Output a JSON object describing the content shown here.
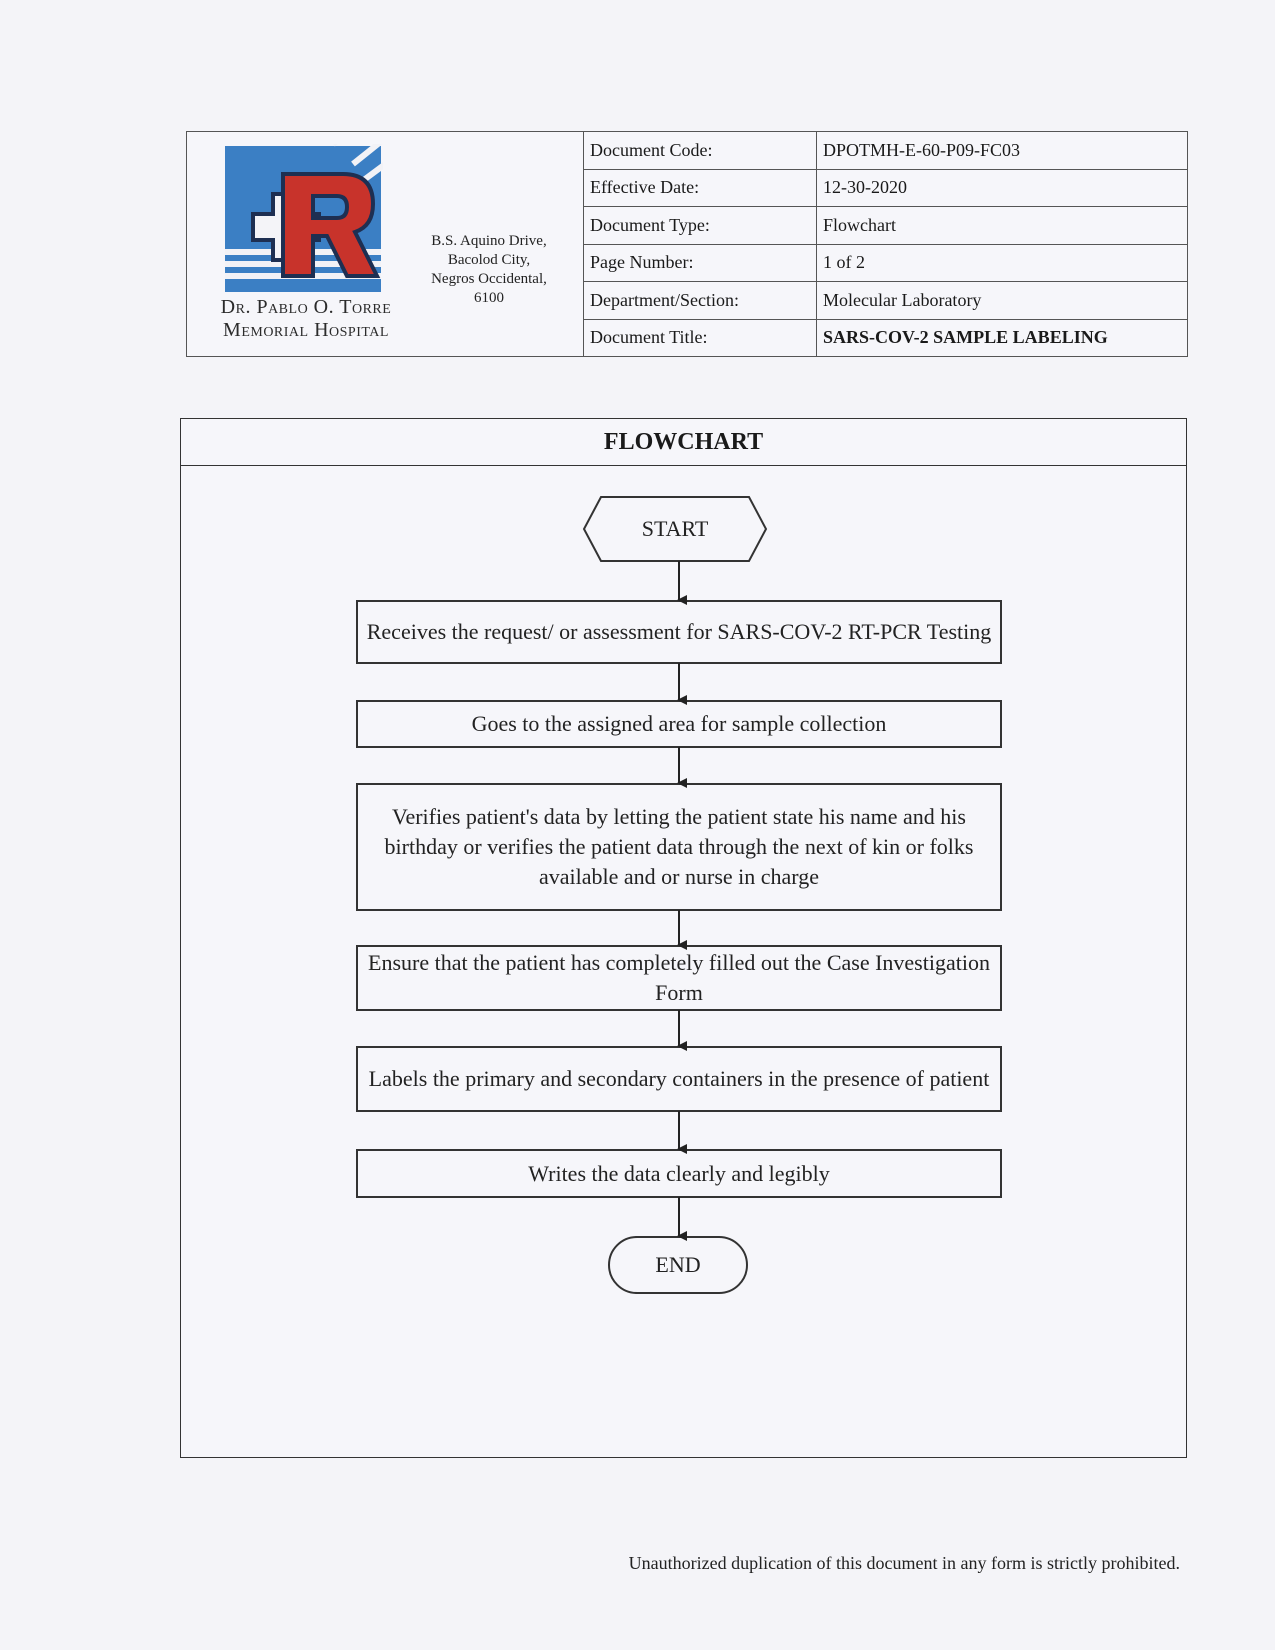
{
  "header": {
    "hospital_name_line1": "Dr. Pablo O. Torre",
    "hospital_name_line2": "Memorial Hospital",
    "address_line1": "B.S. Aquino Drive,",
    "address_line2": "Bacolod City,",
    "address_line3": "Negros Occidental,",
    "address_line4": "6100",
    "rows": [
      {
        "label": "Document Code:",
        "value": "DPOTMH-E-60-P09-FC03"
      },
      {
        "label": "Effective Date:",
        "value": "12-30-2020"
      },
      {
        "label": "Document Type:",
        "value": "Flowchart"
      },
      {
        "label": "Page Number:",
        "value": "1 of 2"
      },
      {
        "label": "Department/Section:",
        "value": "Molecular Laboratory"
      },
      {
        "label": "Document Title:",
        "value": "SARS-COV-2 SAMPLE LABELING"
      }
    ]
  },
  "flowchart": {
    "title": "FLOWCHART",
    "start": "START",
    "steps": [
      "Receives the request/ or assessment for SARS-COV-2 RT-PCR Testing",
      "Goes to the assigned area for sample collection",
      "Verifies patient's data by letting the patient state his name and his birthday or  verifies the patient data through the next of kin or folks available and or nurse in charge",
      "Ensure that the patient has completely filled out the Case Investigation Form",
      "Labels the primary and secondary containers in the presence of patient",
      "Writes the data clearly and legibly"
    ],
    "end": "END"
  },
  "footer": {
    "text": "Unauthorized duplication of this document in any form is strictly prohibited."
  },
  "colors": {
    "logo_blue": "#3b7fc4",
    "logo_red": "#c8332b",
    "logo_dark": "#1e2f52"
  }
}
